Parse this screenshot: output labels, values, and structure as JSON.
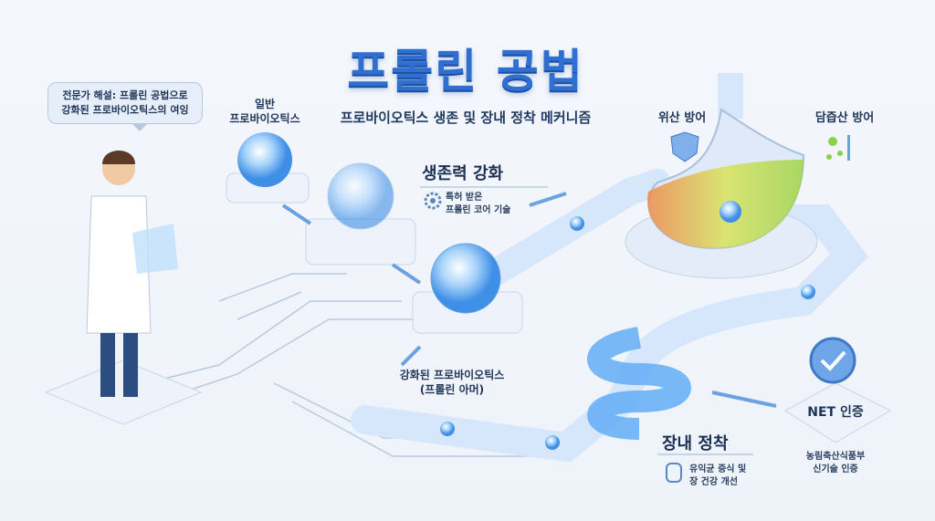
{
  "title": "프롤린 공법",
  "subtitle": "프로바이오틱스 생존 및 장내 정착 메커니즘",
  "expert_bubble": [
    "전문가 해설: 프롤린 공법으로",
    "강화된 프로바이오틱스의 여잉"
  ],
  "normal_probiotics": [
    "일반",
    "프로바이오틱스"
  ],
  "survival": {
    "heading": "생존력 강화",
    "detail": [
      "특허 받은",
      "프롤린 코어 기술"
    ]
  },
  "enhanced_probiotics": [
    "강화된 프로바이오틱스",
    "(프롤린 아머)"
  ],
  "gastric_acid": "위산 방어",
  "bile_acid": "담즙산 방어",
  "colonization": {
    "heading": "장내 정착",
    "detail": [
      "유익균 증식 및",
      "장 건강 개선"
    ]
  },
  "certification": {
    "badge": "NET 인증",
    "detail": [
      "농림축산식품부",
      "신기술 인증"
    ]
  },
  "colors": {
    "accent": "#2f6fd1",
    "tube": "#cfe3fb",
    "glow": "#5aa9f5"
  }
}
